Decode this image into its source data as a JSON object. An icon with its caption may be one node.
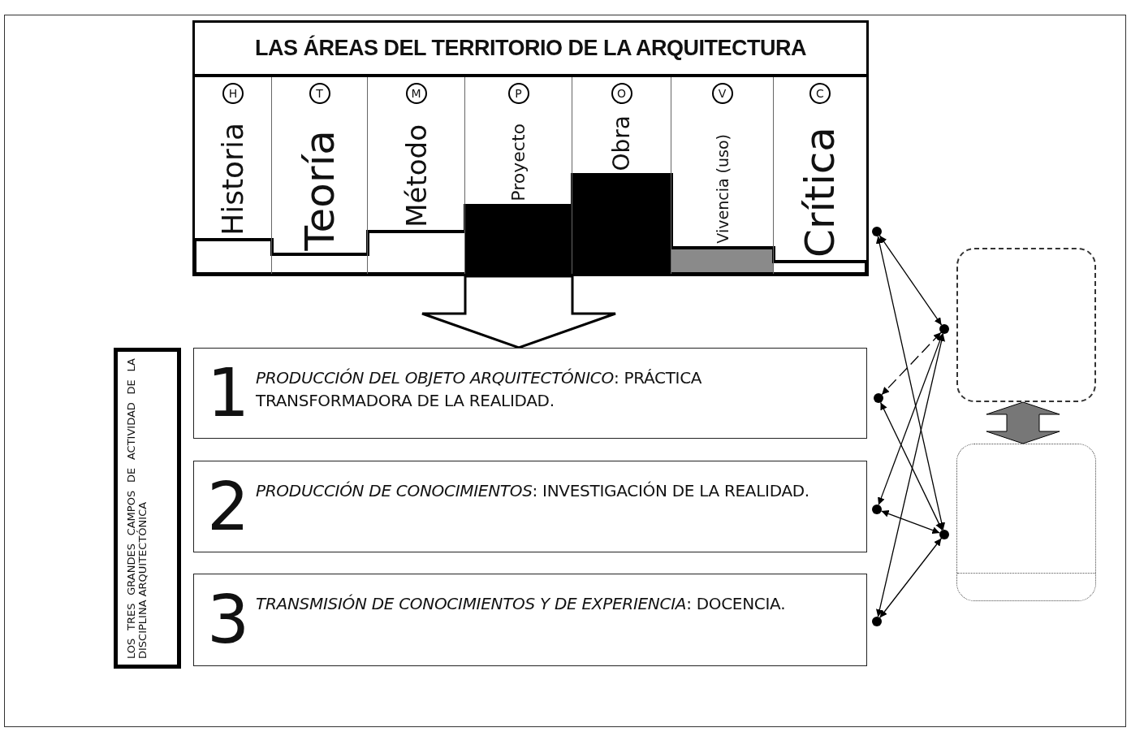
{
  "diagram": {
    "nodes": [
      {
        "text": [
          "LAS ÁREAS DEL TERRITORIO DE LA ARQUITECTURA"
        ]
      },
      {
        "text": [
          "H",
          "Historia"
        ],
        "in": 0
      },
      {
        "text": [
          "T",
          "Teoría"
        ],
        "in": 0
      },
      {
        "text": [
          "M",
          "Método"
        ],
        "in": 0
      },
      {
        "text": [
          "P",
          "Proyecto"
        ],
        "in": 0
      },
      {
        "text": [
          "O",
          "Obra"
        ],
        "in": 0
      },
      {
        "text": [
          "V",
          "Vivencia (uso)"
        ],
        "in": 0
      },
      {
        "text": [
          "C",
          "Crítica"
        ],
        "in": 0
      },
      {
        "text": [
          "LOS TRES GRANDES CAMPOS DE ACTIVIDAD DE LA DISCIPLINA ARQUITECTÓNICA"
        ]
      },
      {
        "text": [
          "1",
          "*PRODUCCIÓN DEL OBJETO ARQUITECTÓNICO*: PRÁCTICA TRANSFORMADORA DE LA REALIDAD."
        ]
      },
      {
        "text": [
          "2",
          "*PRODUCCIÓN DE CONOCIMIENTOS*: INVESTIGACIÓN DE LA REALIDAD."
        ]
      },
      {
        "text": [
          "3",
          "*TRANSMISIÓN DE CONOCIMIENTOS Y DE EXPERIENCIA*: DOCENCIA."
        ]
      },
      {
        "text": [],
        "shape": "circle"
      },
      {
        "text": [],
        "shape": "circle"
      },
      {
        "text": [],
        "shape": "circle"
      },
      {
        "text": [],
        "shape": "circle"
      },
      {
        "text": [],
        "shape": "circle"
      },
      {
        "text": [],
        "shape": "circle"
      },
      {
        "text": [],
        "shape": "box"
      },
      {
        "text": [],
        "shape": "box"
      }
    ],
    "edges": [
      {
        "from": 0,
        "to": 9,
        "arrow": "to",
        "style": "thick"
      },
      {
        "from": 12,
        "to": 13,
        "arrow": "both"
      },
      {
        "from": 12,
        "to": 16,
        "arrow": "both"
      },
      {
        "from": 13,
        "to": 14,
        "arrow": "both",
        "style": "dashed"
      },
      {
        "from": 13,
        "to": 15,
        "arrow": "both"
      },
      {
        "from": 13,
        "to": 17,
        "arrow": "both"
      },
      {
        "from": 14,
        "to": 16,
        "arrow": "both"
      },
      {
        "from": 15,
        "to": 16,
        "arrow": "both"
      },
      {
        "from": 17,
        "to": 16,
        "arrow": "both"
      },
      {
        "from": 18,
        "to": 19,
        "arrow": "both",
        "style": "thick",
        "color": "#777777"
      }
    ]
  }
}
